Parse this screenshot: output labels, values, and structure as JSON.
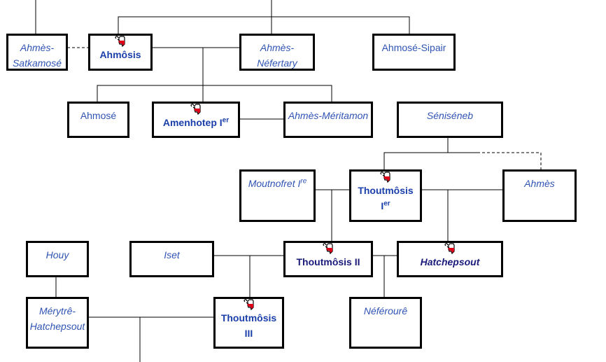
{
  "tree": {
    "persons": {
      "ahmes_satkamose": {
        "line1": "Ahmès-",
        "line2": "Satkamosé",
        "ruler": false
      },
      "ahmosis": {
        "name": "Ahmôsis",
        "ruler": true
      },
      "ahmes_nefertary": {
        "line1": "Ahmès-",
        "line2": "Néfertary",
        "ruler": false
      },
      "ahmose_sipair": {
        "name": "Ahmosé-Sipair",
        "ruler": false
      },
      "ahmose": {
        "name": "Ahmosé",
        "ruler": false
      },
      "amenhotep_i": {
        "name": "Amenhotep I",
        "sup": "er",
        "ruler": true
      },
      "ahmes_meritamon": {
        "name": "Ahmès-Méritamon",
        "ruler": false
      },
      "senisenb": {
        "name": "Séniséneb",
        "ruler": false
      },
      "moutnofret_i": {
        "name": "Moutnofret I",
        "sup": "re",
        "ruler": false
      },
      "thoutmosis_i": {
        "line1": "Thoutmôsis",
        "line2": "I",
        "sup": "er",
        "ruler": true
      },
      "ahmes": {
        "name": "Ahmès",
        "ruler": false
      },
      "houy": {
        "name": "Houy",
        "ruler": false
      },
      "iset": {
        "name": "Iset",
        "ruler": false
      },
      "thoutmosis_ii": {
        "name": "Thoutmôsis II",
        "ruler": true
      },
      "hatchepsout": {
        "name": "Hatchepsout",
        "ruler": true
      },
      "merytre_hatchepsout": {
        "line1": "Mérytrê-",
        "line2": "Hatchepsout",
        "ruler": false
      },
      "thoutmosis_iii": {
        "line1": "Thoutmôsis",
        "line2": "III",
        "ruler": true
      },
      "neferoure": {
        "name": "Néférourê",
        "ruler": false
      }
    },
    "icon": "pharaoh-crown-icon",
    "colors": {
      "link": "#3054b4",
      "ruler_link": "#1a3faa",
      "visited": "#1a1a7a",
      "icon_red": "#e0001a"
    }
  }
}
